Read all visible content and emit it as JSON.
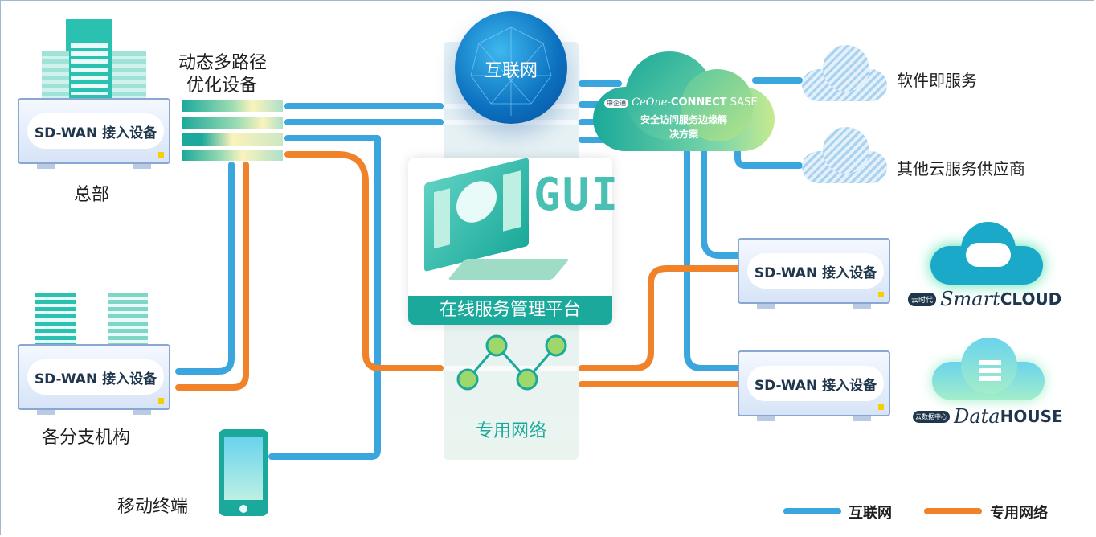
{
  "labels": {
    "dynamic_multipath_line1": "动态多路径",
    "dynamic_multipath_line2": "优化设备",
    "hq": "总部",
    "branches": "各分支机构",
    "mobile": "移动终端",
    "internet": "互联网",
    "private_network": "专用网络",
    "platform": "在线服务管理平台",
    "gui": "GUI",
    "saas": "软件即服务",
    "other_cloud": "其他云服务供应商"
  },
  "devices": {
    "hq": "SD-WAN 接入设备",
    "branch": "SD-WAN 接入设备",
    "right_top": "SD-WAN 接入设备",
    "right_bottom": "SD-WAN 接入设备"
  },
  "sase": {
    "brand_logo": "中企通",
    "brand_ceone": "CeOne-",
    "brand_connect": "CONNECT",
    "brand_sase": "SASE",
    "line1": "安全访问服务边缘解",
    "line2": "决方案"
  },
  "smartcloud": {
    "logo": "云时代",
    "smart": "Smart",
    "cloud": "CLOUD"
  },
  "datahouse": {
    "logo": "云数据中心",
    "data": "Data",
    "house": "HOUSE"
  },
  "legend": {
    "internet": "互联网",
    "private": "专用网络"
  },
  "colors": {
    "internet_line": "#3aa6dd",
    "private_line": "#f0822a",
    "teal": "#1aa99a",
    "navy": "#20364d"
  }
}
